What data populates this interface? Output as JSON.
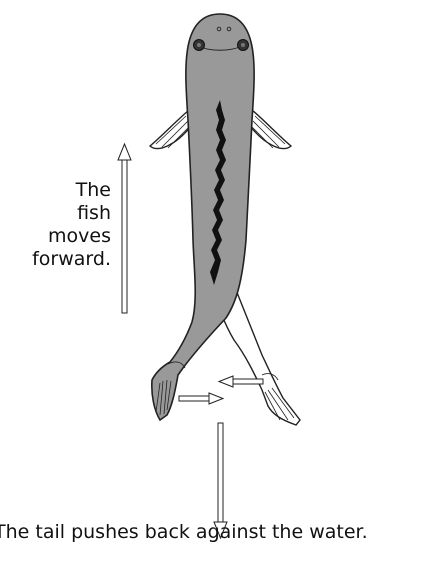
{
  "labels": {
    "forward": [
      "The",
      "fish",
      "moves",
      "forward."
    ],
    "tail": "The tail pushes back against the water."
  },
  "colors": {
    "body": "#999999",
    "outline": "#222222",
    "stripe": "#111111",
    "fin": "#ffffff"
  },
  "icons": [
    "fish-top-view",
    "arrow-up",
    "arrow-down",
    "arrow-left",
    "arrow-right"
  ]
}
